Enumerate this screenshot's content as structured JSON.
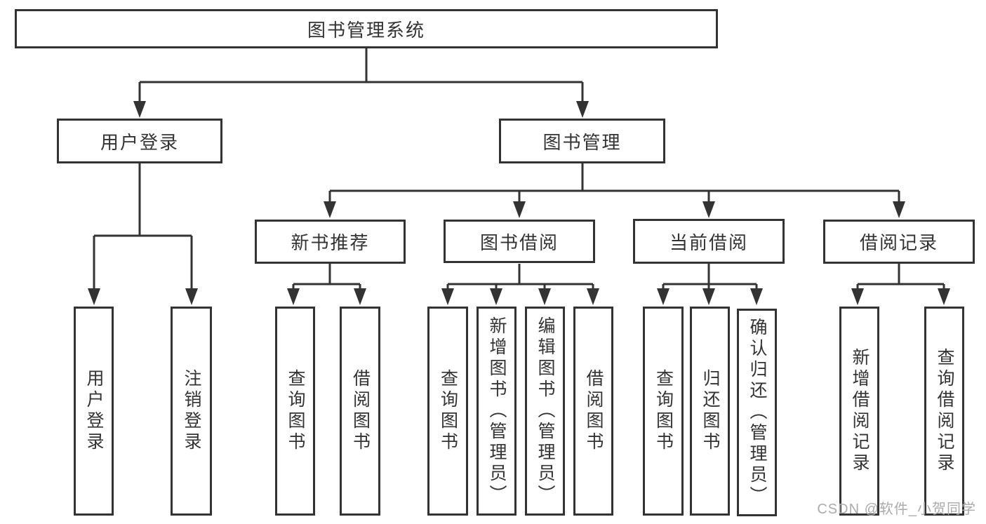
{
  "tree": {
    "label": "图书管理系统",
    "children": [
      {
        "label": "用户登录",
        "children": [
          {
            "label": "用户登录"
          },
          {
            "label": "注销登录"
          }
        ]
      },
      {
        "label": "图书管理",
        "children": [
          {
            "label": "新书推荐",
            "children": [
              {
                "label": "查询图书"
              },
              {
                "label": "借阅图书"
              }
            ]
          },
          {
            "label": "图书借阅",
            "children": [
              {
                "label": "查询图书"
              },
              {
                "label": "新增图书（管理员）"
              },
              {
                "label": "编辑图书（管理员）"
              },
              {
                "label": "借阅图书"
              }
            ]
          },
          {
            "label": "当前借阅",
            "children": [
              {
                "label": "查询图书"
              },
              {
                "label": "归还图书"
              },
              {
                "label": "确认归还（管理员）"
              }
            ]
          },
          {
            "label": "借阅记录",
            "children": [
              {
                "label": "新增借阅记录"
              },
              {
                "label": "查询借阅记录"
              }
            ]
          }
        ]
      }
    ]
  },
  "watermark": "CSDN @软件_小贺同学",
  "colors": {
    "line": "#333333",
    "text": "#333333",
    "watermark": "#ababab",
    "background": "#ffffff"
  }
}
